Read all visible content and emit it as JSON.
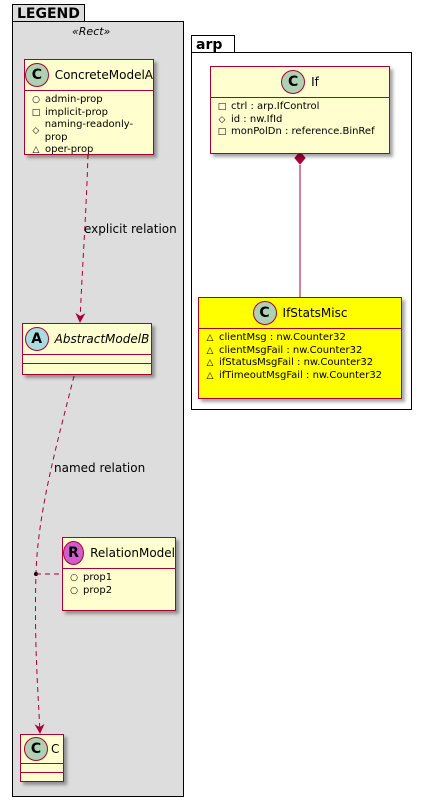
{
  "legend": {
    "title": "LEGEND",
    "stereotype": "«Rect»",
    "concrete_model": {
      "name": "ConcreteModelA",
      "fields": [
        {
          "vis": "○",
          "text": "admin-prop"
        },
        {
          "vis": "□",
          "text": "implicit-prop"
        },
        {
          "vis": "◇",
          "text": "naming-readonly-prop"
        },
        {
          "vis": "△",
          "text": "oper-prop"
        }
      ]
    },
    "abstract_model": {
      "name": "AbstractModelB"
    },
    "relation_model": {
      "name": "RelationModel",
      "fields": [
        {
          "vis": "○",
          "text": "prop1"
        },
        {
          "vis": "○",
          "text": "prop2"
        }
      ]
    },
    "c_model": {
      "name": "C"
    },
    "explicit_relation_label": "explicit relation",
    "named_relation_label": "named relation"
  },
  "arp": {
    "title": "arp",
    "if_class": {
      "name": "If",
      "fields": [
        {
          "vis": "□",
          "text": "ctrl : arp.IfControl"
        },
        {
          "vis": "◇",
          "text": "id : nw.IfId"
        },
        {
          "vis": "□",
          "text": "monPolDn : reference.BinRef"
        }
      ]
    },
    "ifstats_class": {
      "name": "IfStatsMisc",
      "fields": [
        {
          "vis": "△",
          "text": "clientMsg : nw.Counter32"
        },
        {
          "vis": "△",
          "text": "clientMsgFail : nw.Counter32"
        },
        {
          "vis": "△",
          "text": "ifStatusMsgFail : nw.Counter32"
        },
        {
          "vis": "△",
          "text": "ifTimeoutMsgFail : nw.Counter32"
        }
      ]
    }
  },
  "colors": {
    "class_fill": "#fefece",
    "class_border": "#a80036",
    "highlight": "#ffff00",
    "legend_bg": "#dddddd"
  },
  "icons": {
    "class": "C",
    "abstract": "A",
    "relation": "R"
  }
}
